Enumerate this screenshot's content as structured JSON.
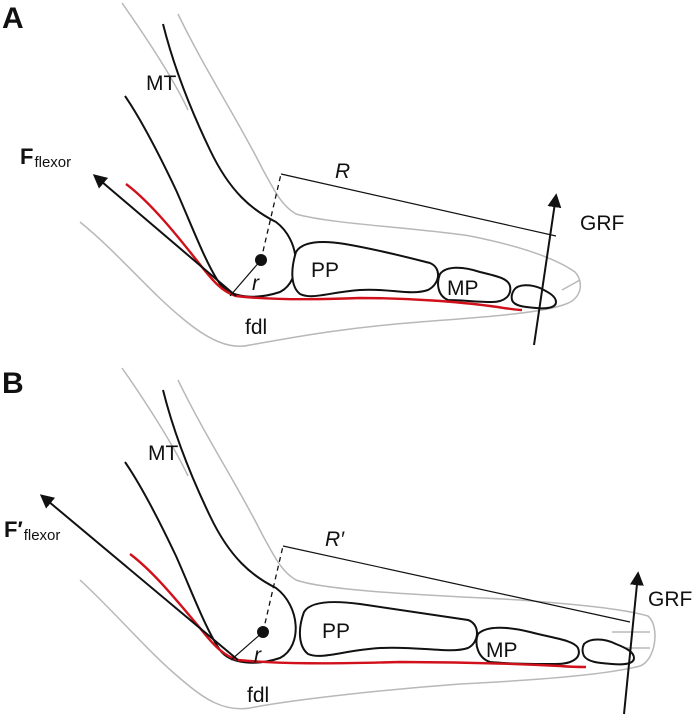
{
  "panels": [
    {
      "letter": "A",
      "force_label": "F",
      "force_sub": "flexor",
      "arm_label": "R",
      "grf_label": "GRF",
      "radius_label": "r",
      "bones": {
        "mt": "MT",
        "pp": "PP",
        "mp": "MP"
      },
      "tendon_label": "fdl"
    },
    {
      "letter": "B",
      "force_label": "F′",
      "force_sub": "flexor",
      "arm_label": "R′",
      "grf_label": "GRF",
      "radius_label": "r",
      "bones": {
        "mt": "MT",
        "pp": "PP",
        "mp": "MP"
      },
      "tendon_label": "fdl"
    }
  ],
  "colors": {
    "tendon": "#d0101a",
    "skin": "#b8b8b8",
    "bone": "#111111"
  }
}
